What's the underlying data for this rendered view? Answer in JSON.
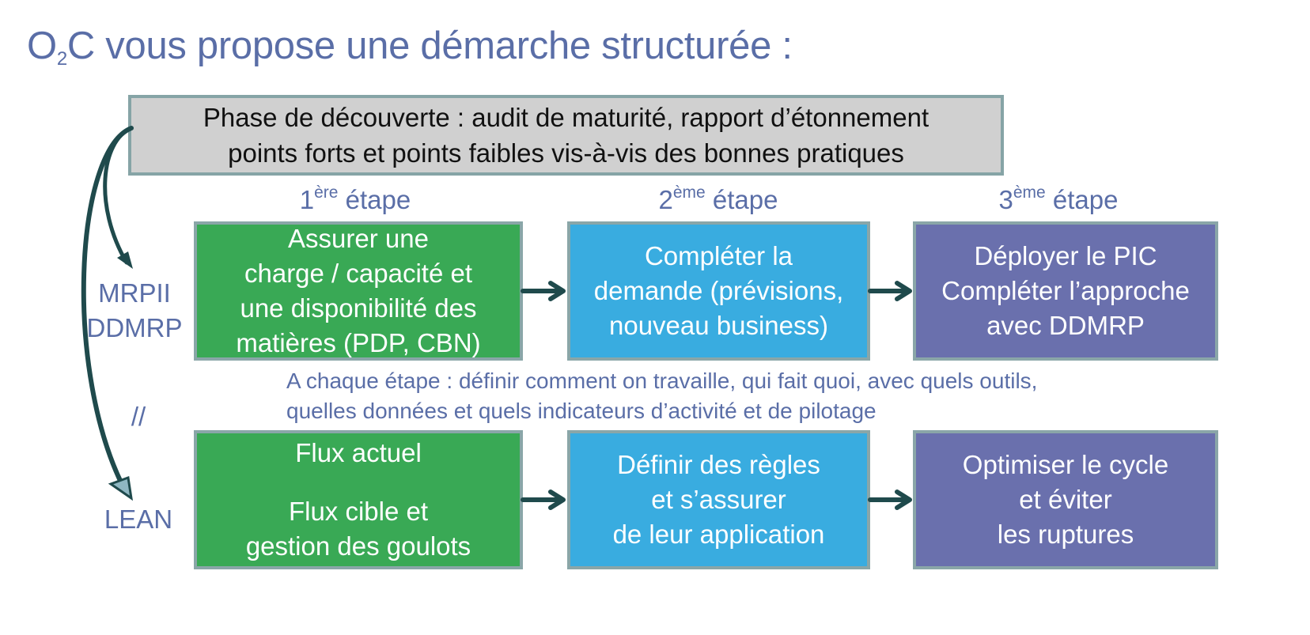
{
  "title": {
    "main": "O",
    "sub": "2",
    "rest": "C vous propose une démarche structurée :"
  },
  "phase": {
    "line1": "Phase de découverte : audit de maturité, rapport d’étonnement",
    "line2": "points forts et points faibles vis-à-vis des bonnes pratiques"
  },
  "steps": [
    {
      "num": "1",
      "sup": "ère",
      "word": " étape"
    },
    {
      "num": "2",
      "sup": "ème",
      "word": " étape"
    },
    {
      "num": "3",
      "sup": "ème",
      "word": " étape"
    }
  ],
  "side": {
    "mrp1": "MRPII",
    "mrp2": "DDMRP",
    "parallel": "//",
    "lean": "LEAN"
  },
  "row1": {
    "box1": [
      "Assurer une",
      "charge / capacité et",
      "une disponibilité des",
      "matières (PDP, CBN)"
    ],
    "box2": [
      "Compléter la",
      "demande (prévisions,",
      "nouveau business)"
    ],
    "box3": [
      "Déployer le PIC",
      "Compléter l’approche",
      "avec DDMRP"
    ]
  },
  "note": {
    "line1": "A chaque étape : définir comment on travaille, qui fait quoi, avec quels outils,",
    "line2": "quelles données et quels indicateurs d’activité et de pilotage"
  },
  "row2": {
    "box1": [
      "Flux actuel",
      "Flux cible et",
      "gestion des goulots"
    ],
    "box2": [
      "Définir des règles",
      "et s’assurer",
      "de leur application"
    ],
    "box3": [
      "Optimiser le cycle",
      "et éviter",
      "les ruptures"
    ]
  },
  "colors": {
    "title": "#5a6ea7",
    "green": "#39a955",
    "blue": "#39ace0",
    "purple": "#6a70ad",
    "arrow": "#1f4a4c",
    "phase_bg": "#d0d0d0"
  }
}
